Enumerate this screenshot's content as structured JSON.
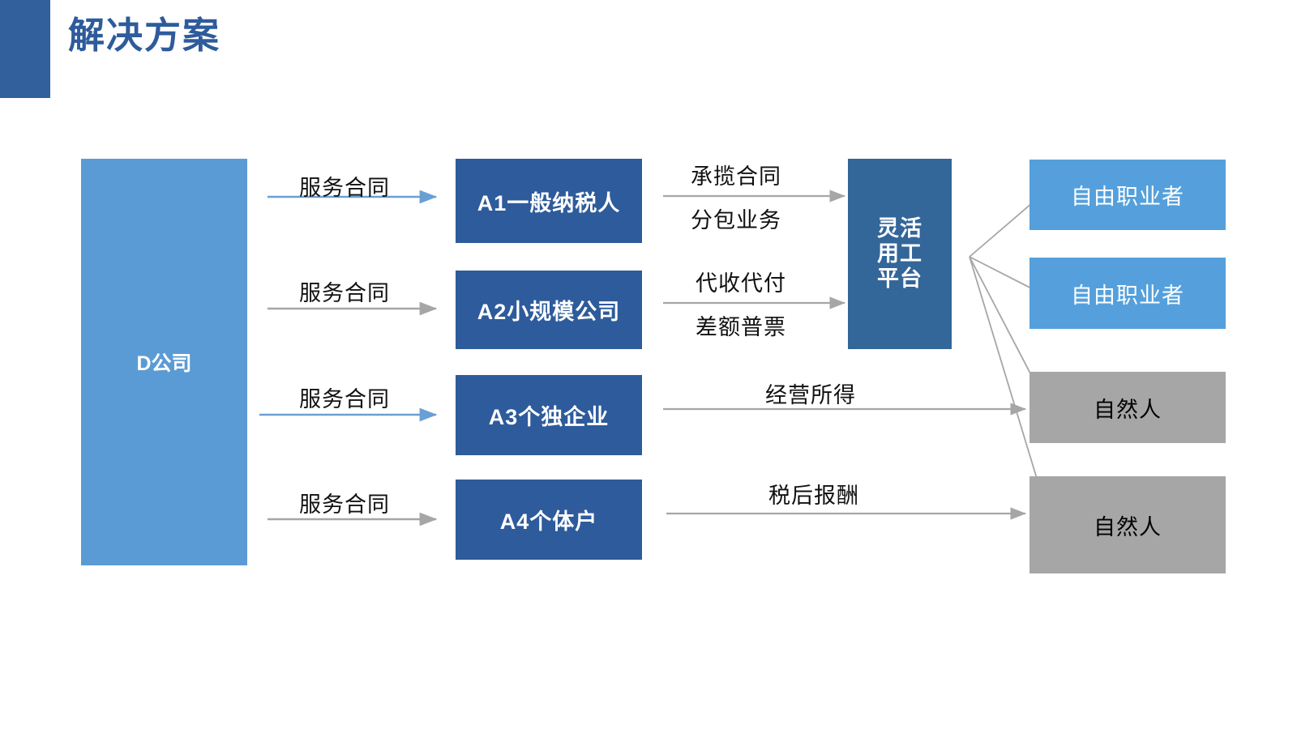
{
  "header": {
    "title": "解决方案",
    "accent_color": "#31609C",
    "title_color": "#2E5B9B"
  },
  "colors": {
    "source_box": "#5B9BD5",
    "entity_box": "#2E5B9B",
    "platform_box": "#336699",
    "freelancer_box": "#55A0DC",
    "person_box": "#A6A6A6",
    "arrow_blue": "#6A9FD4",
    "arrow_gray": "#A6A6A6"
  },
  "diagram": {
    "type": "flow",
    "source": {
      "label": "D公司"
    },
    "entities": [
      {
        "label": "A1一般纳税人"
      },
      {
        "label": "A2小规模公司"
      },
      {
        "label": "A3个独企业"
      },
      {
        "label": "A4个体户"
      }
    ],
    "source_to_entity_labels": [
      "服务合同",
      "服务合同",
      "服务合同",
      "服务合同"
    ],
    "platform": {
      "line1": "灵活",
      "line2": "用工",
      "line3": "平台",
      "full_label": "灵活用工平台"
    },
    "entity_to_platform_labels": [
      {
        "above": "承揽合同",
        "below": "分包业务"
      },
      {
        "above": "代收代付",
        "below": "差额普票"
      }
    ],
    "entity_to_person_labels": [
      "经营所得",
      "税后报酬"
    ],
    "recipients": [
      {
        "label": "自由职业者",
        "kind": "freelancer"
      },
      {
        "label": "自由职业者",
        "kind": "freelancer"
      },
      {
        "label": "自然人",
        "kind": "person"
      },
      {
        "label": "自然人",
        "kind": "person"
      }
    ]
  }
}
